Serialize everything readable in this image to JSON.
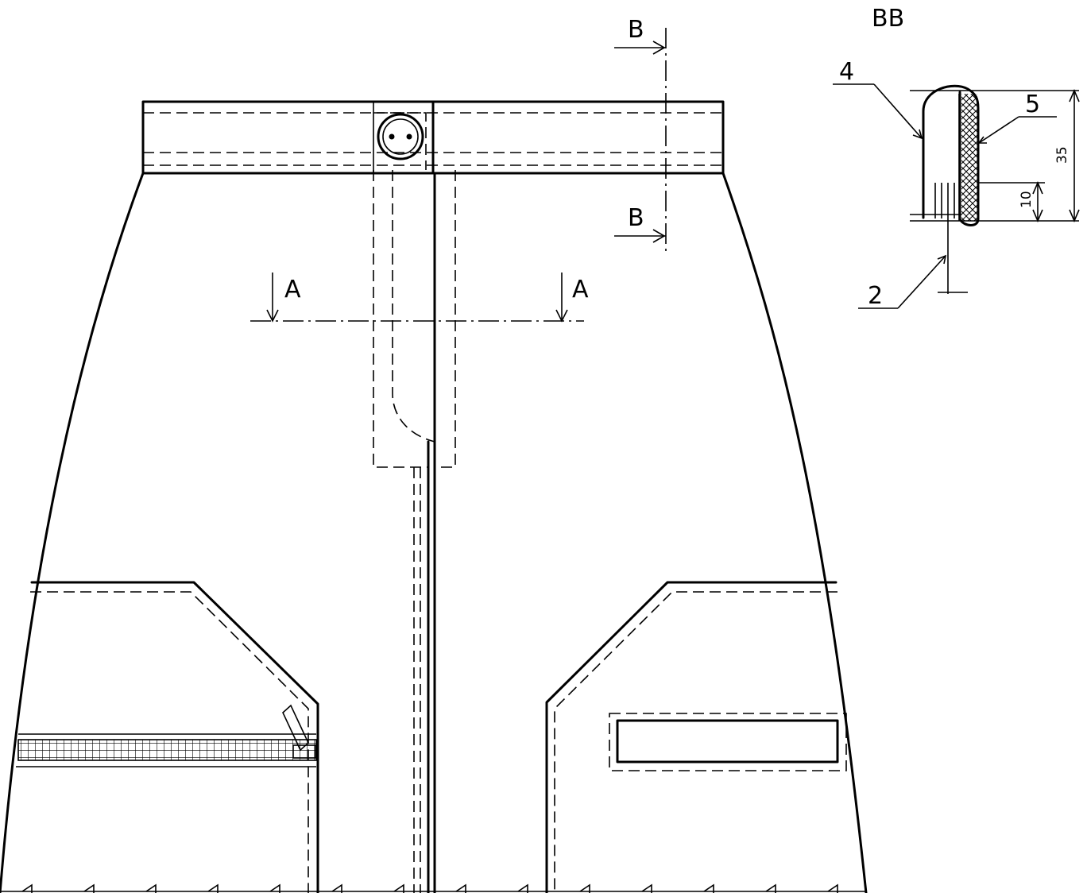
{
  "section_labels": {
    "a_left": "A",
    "a_right": "A",
    "b_top": "B",
    "b_bottom": "B",
    "bb_title": "BB"
  },
  "callouts": {
    "part_4": "4",
    "part_5": "5",
    "part_2": "2"
  },
  "dimensions": {
    "height_total": "35",
    "height_lower": "10"
  }
}
